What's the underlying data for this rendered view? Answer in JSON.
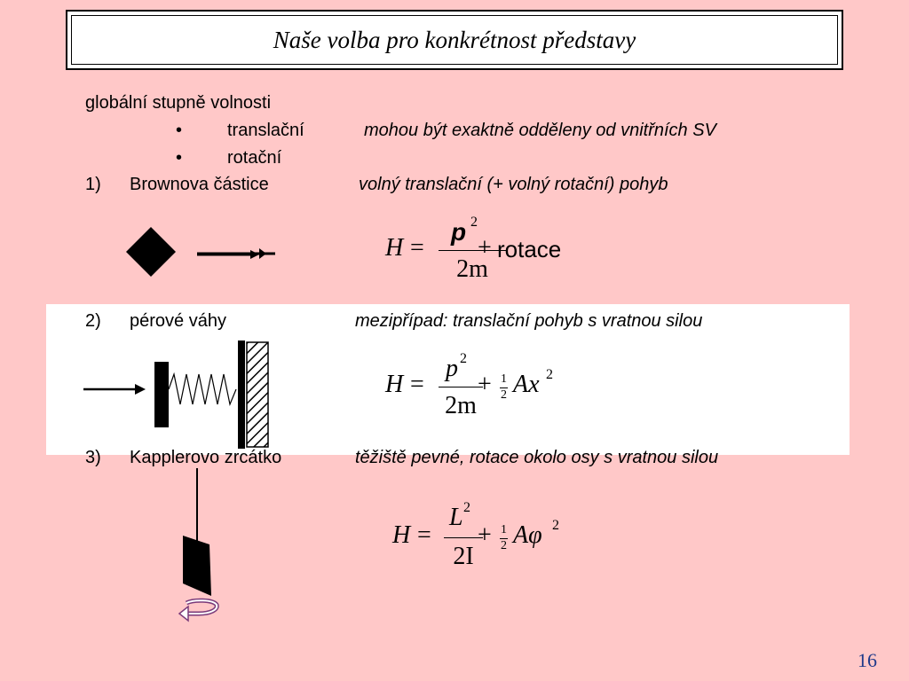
{
  "slide": {
    "title": "Naše volba pro konkrétnost představy",
    "intro": "globální stupně volnosti",
    "bullets": [
      {
        "marker": "•",
        "label": "translační",
        "note": "mohou být exaktně odděleny od vnitřních SV"
      },
      {
        "marker": "•",
        "label": "rotační",
        "note": ""
      }
    ],
    "items": [
      {
        "num": "1)",
        "label": "Brownova částice",
        "note": "volný translační (+ volný rotační) pohyb"
      },
      {
        "num": "2)",
        "label": "pérové váhy",
        "note": "mezipřípad: translační pohyb s vratnou silou"
      },
      {
        "num": "3)",
        "label": "Kapplerovo zrcátko",
        "note": "těžiště pevné, rotace okolo osy s vratnou silou"
      }
    ],
    "formulas": {
      "f1": {
        "lhs": "H",
        "eq": "=",
        "num_var": "p",
        "num_exp": "2",
        "den": "2m",
        "plus": "+",
        "tail": "rotace"
      },
      "f2": {
        "lhs": "H",
        "eq": "=",
        "num_var": "p",
        "num_exp": "2",
        "den": "2m",
        "plus": "+",
        "half_num": "1",
        "half_den": "2",
        "tail_var": "Ax",
        "tail_exp": "2"
      },
      "f3": {
        "lhs": "H",
        "eq": "=",
        "num_var": "L",
        "num_exp": "2",
        "den": "2I",
        "plus": "+",
        "half_num": "1",
        "half_den": "2",
        "tail_var": "Aφ",
        "tail_exp": "2"
      }
    },
    "page_number": "16"
  }
}
